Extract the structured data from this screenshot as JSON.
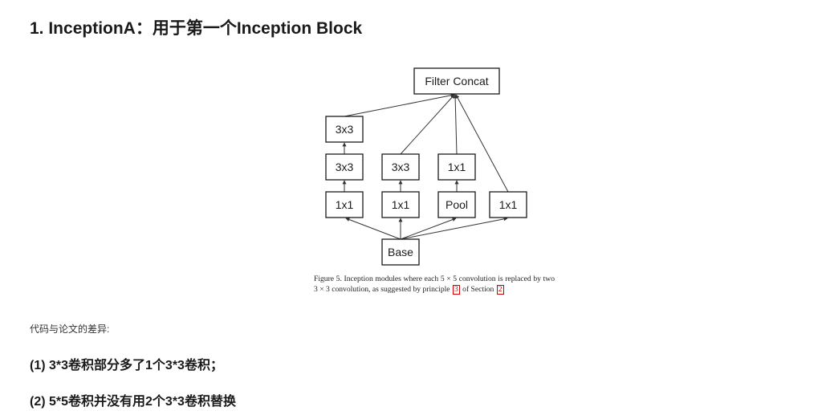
{
  "heading": "1. InceptionA：用于第一个Inception Block",
  "figure": {
    "nodes": {
      "filter_concat": "Filter Concat",
      "b1_3x3_top": "3x3",
      "b1_3x3_mid": "3x3",
      "b1_1x1": "1x1",
      "b2_3x3": "3x3",
      "b2_1x1": "1x1",
      "b3_1x1_top": "1x1",
      "b3_pool": "Pool",
      "b4_1x1": "1x1",
      "base": "Base"
    },
    "caption": {
      "part1": "Figure 5. Inception modules where each 5 × 5 convolution is replaced by two 3 × 3 convolution, as suggested by principle",
      "ref1": "3",
      "part2": "of Section",
      "ref2": "2"
    }
  },
  "note": "代码与论文的差异:",
  "points": [
    "(1) 3*3卷积部分多了1个3*3卷积；",
    "(2) 5*5卷积并没有用2个3*3卷积替换"
  ],
  "colors": {
    "text": "#1a1a1a",
    "reference_box": "#d00000"
  }
}
